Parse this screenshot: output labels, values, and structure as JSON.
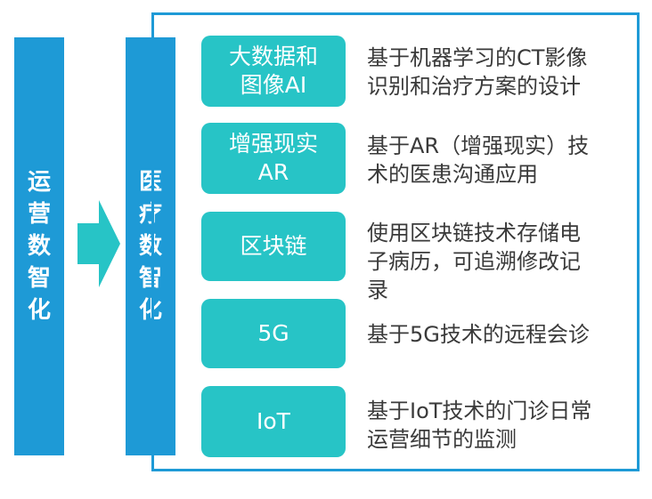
{
  "left_column": {
    "label": "运营数智化"
  },
  "middle_column": {
    "label": "医疗数智化"
  },
  "items": [
    {
      "tech": "大数据和\n图像AI",
      "desc": "基于机器学习的CT影像\n识别和治疗方案的设计"
    },
    {
      "tech": "增强现实\nAR",
      "desc": "基于AR（增强现实）技\n术的医患沟通应用"
    },
    {
      "tech": "区块链",
      "desc": "使用区块链技术存储电\n子病历，可追溯修改记\n录"
    },
    {
      "tech": "5G",
      "desc": "基于5G技术的远程会诊"
    },
    {
      "tech": "IoT",
      "desc": "基于IoT技术的门诊日常\n运营细节的监测"
    }
  ],
  "colors": {
    "blue": "#1e9ad6",
    "teal": "#27c4c6",
    "text": "#3a3a3a"
  }
}
